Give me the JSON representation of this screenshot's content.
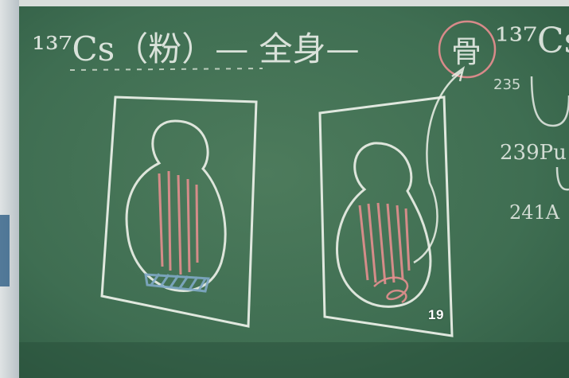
{
  "board": {
    "heading": "¹³⁷Cs（粉）— 全身—",
    "right_heading": "¹³⁷Cs",
    "circled_char": "骨",
    "isotope_235": "235",
    "isotope_239": "239Pu",
    "isotope_241": "241A"
  },
  "slide_number": "19",
  "colors": {
    "board": "#3f6e52",
    "chalk_white": "#e9efe6",
    "chalk_pink": "#e58f8f",
    "chalk_blue": "#7fa9c6"
  }
}
